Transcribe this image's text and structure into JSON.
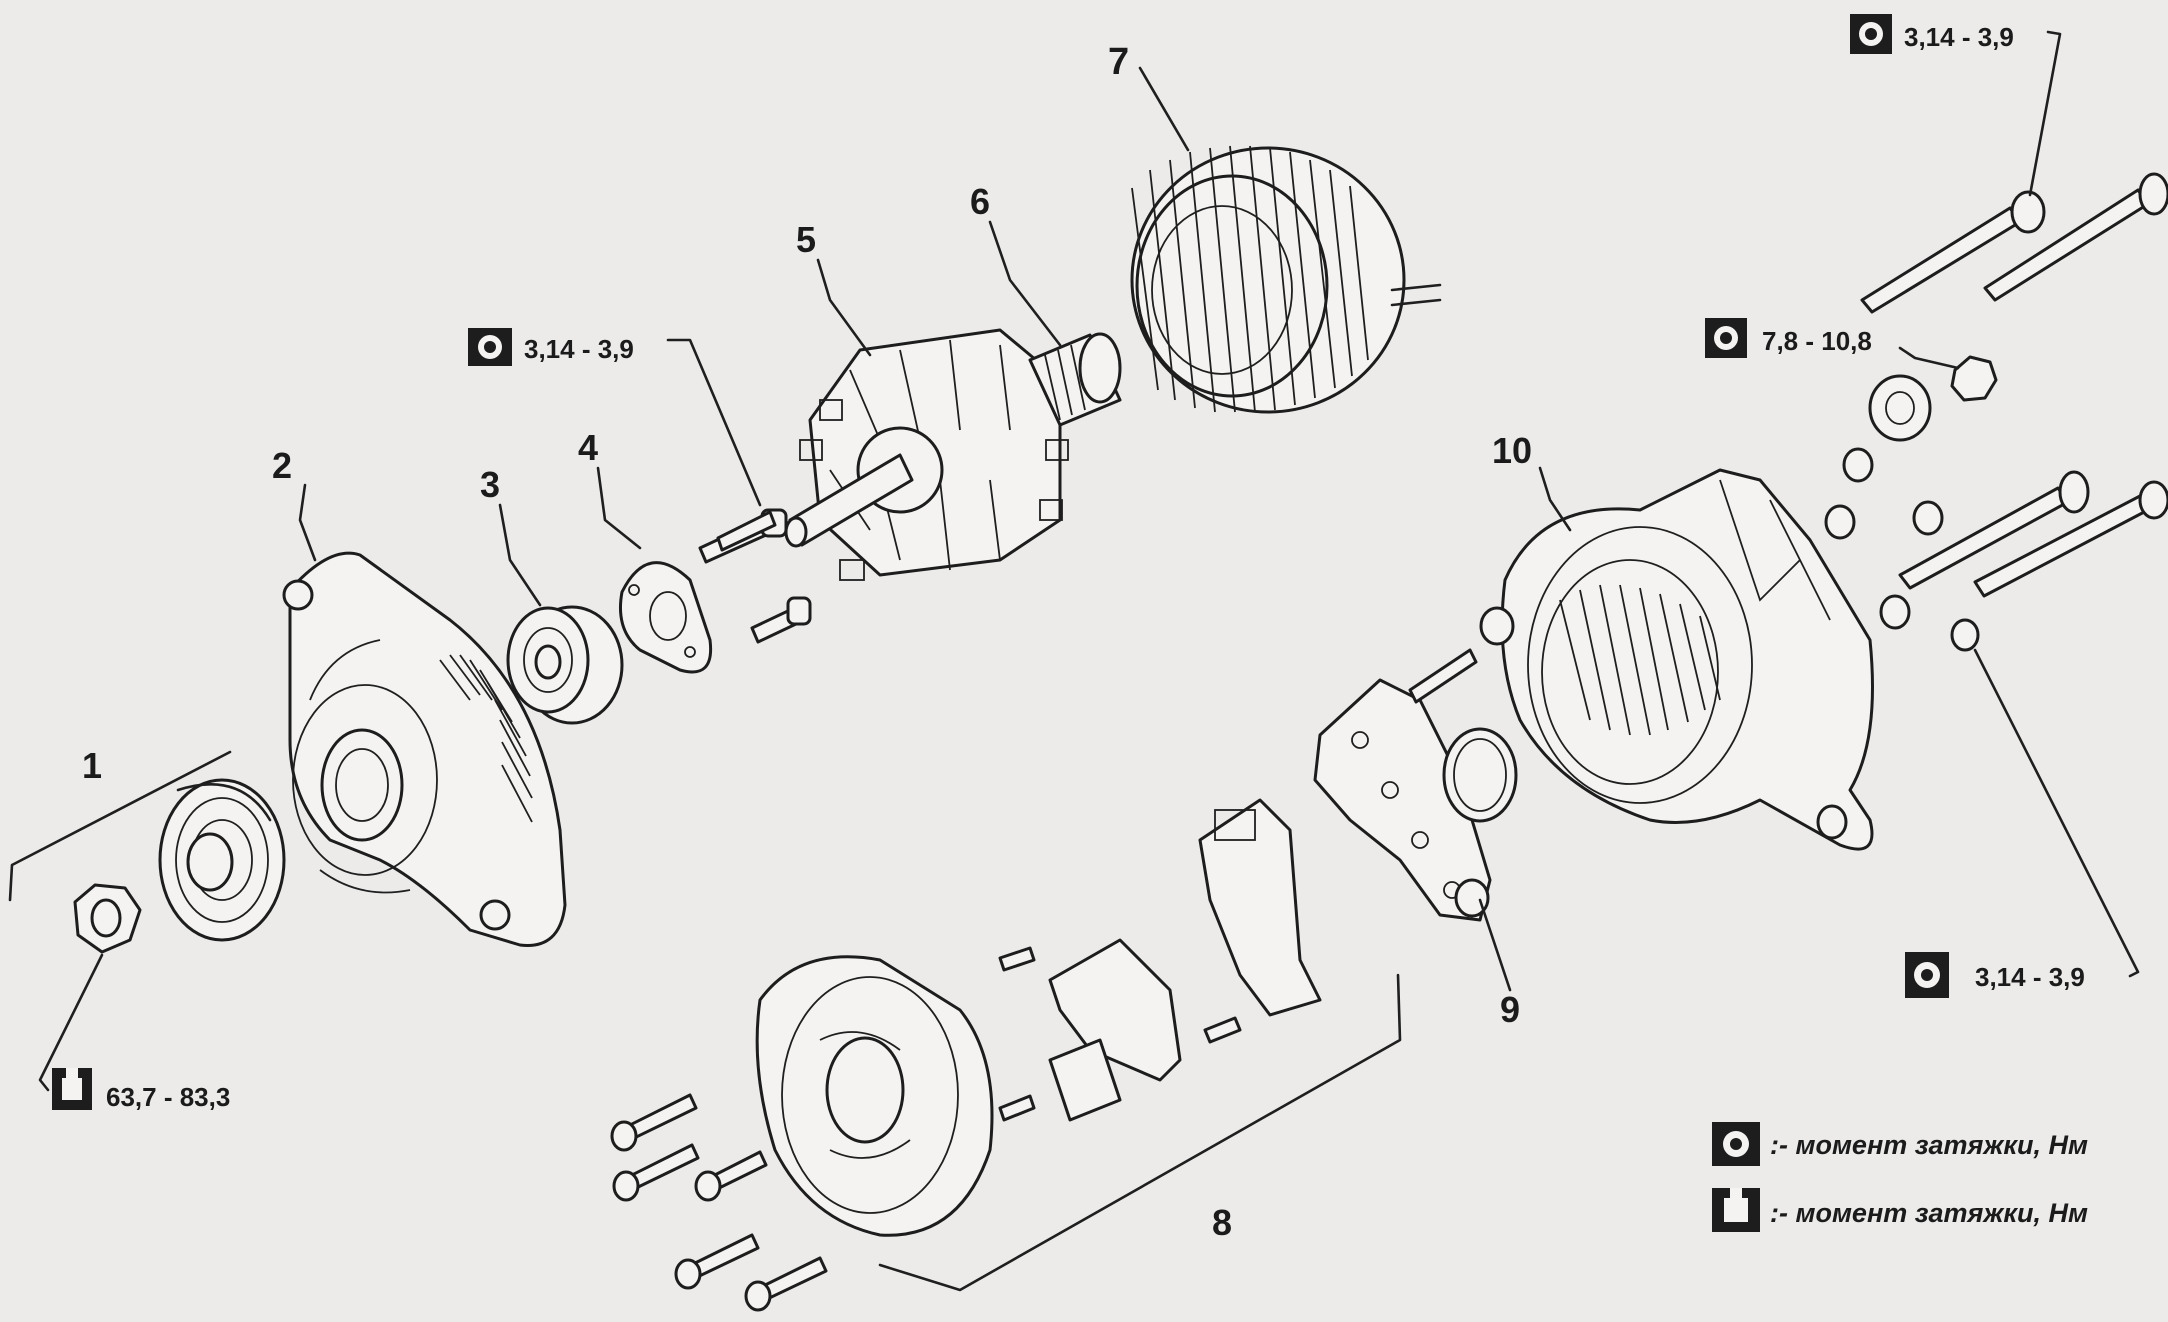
{
  "title": "",
  "callouts": {
    "c1": "1",
    "c2": "2",
    "c3": "3",
    "c4": "4",
    "c5": "5",
    "c6": "6",
    "c7": "7",
    "c8": "8",
    "c9": "9",
    "c10": "10"
  },
  "torques": {
    "top_right": "3,14 - 3,9",
    "rotor_screws": "3,14 - 3,9",
    "terminal_nut": "7,8 - 10,8",
    "rear_nuts": "3,14 - 3,9",
    "pulley_nut": "63,7 - 83,3"
  },
  "legend": {
    "tightening_torque": ":- момент затяжки, Нм",
    "tightening_torque_wrench": ":- момент затяжки, Нм"
  },
  "icons": {
    "torque_type_a": "torque-wrench-icon",
    "torque_type_b": "open-wrench-icon"
  },
  "colors": {
    "ink": "#1d1d1d",
    "paper": "#ecebea"
  }
}
